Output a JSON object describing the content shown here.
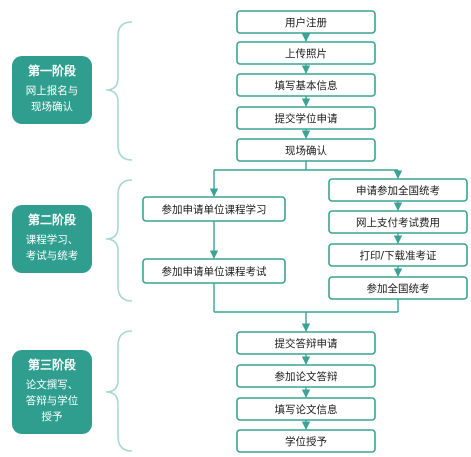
{
  "colors": {
    "border": "#3aa394",
    "line": "#3aa394",
    "stage_fill": "#2f9e8f",
    "bracket": "#a8d8cf",
    "text": "#1a1a1a",
    "stage_text": "#ffffff"
  },
  "stages": [
    {
      "title": "第一阶段",
      "desc": [
        "网上报名与",
        "现场确认"
      ]
    },
    {
      "title": "第二阶段",
      "desc": [
        "课程学习、",
        "考试与统考"
      ]
    },
    {
      "title": "第三阶段",
      "desc": [
        "论文撰写、",
        "答辩与学位",
        "授予"
      ]
    }
  ],
  "stage1_steps": [
    "用户注册",
    "上传照片",
    "填写基本信息",
    "提交学位申请",
    "现场确认"
  ],
  "stage2_left": [
    "参加申请单位课程学习",
    "参加申请单位课程考试"
  ],
  "stage2_right": [
    "申请参加全国统考",
    "网上支付考试费用",
    "打印/下载准考证",
    "参加全国统考"
  ],
  "stage3_steps": [
    "提交答辩申请",
    "参加论文答辩",
    "填写论文信息",
    "学位授予"
  ]
}
